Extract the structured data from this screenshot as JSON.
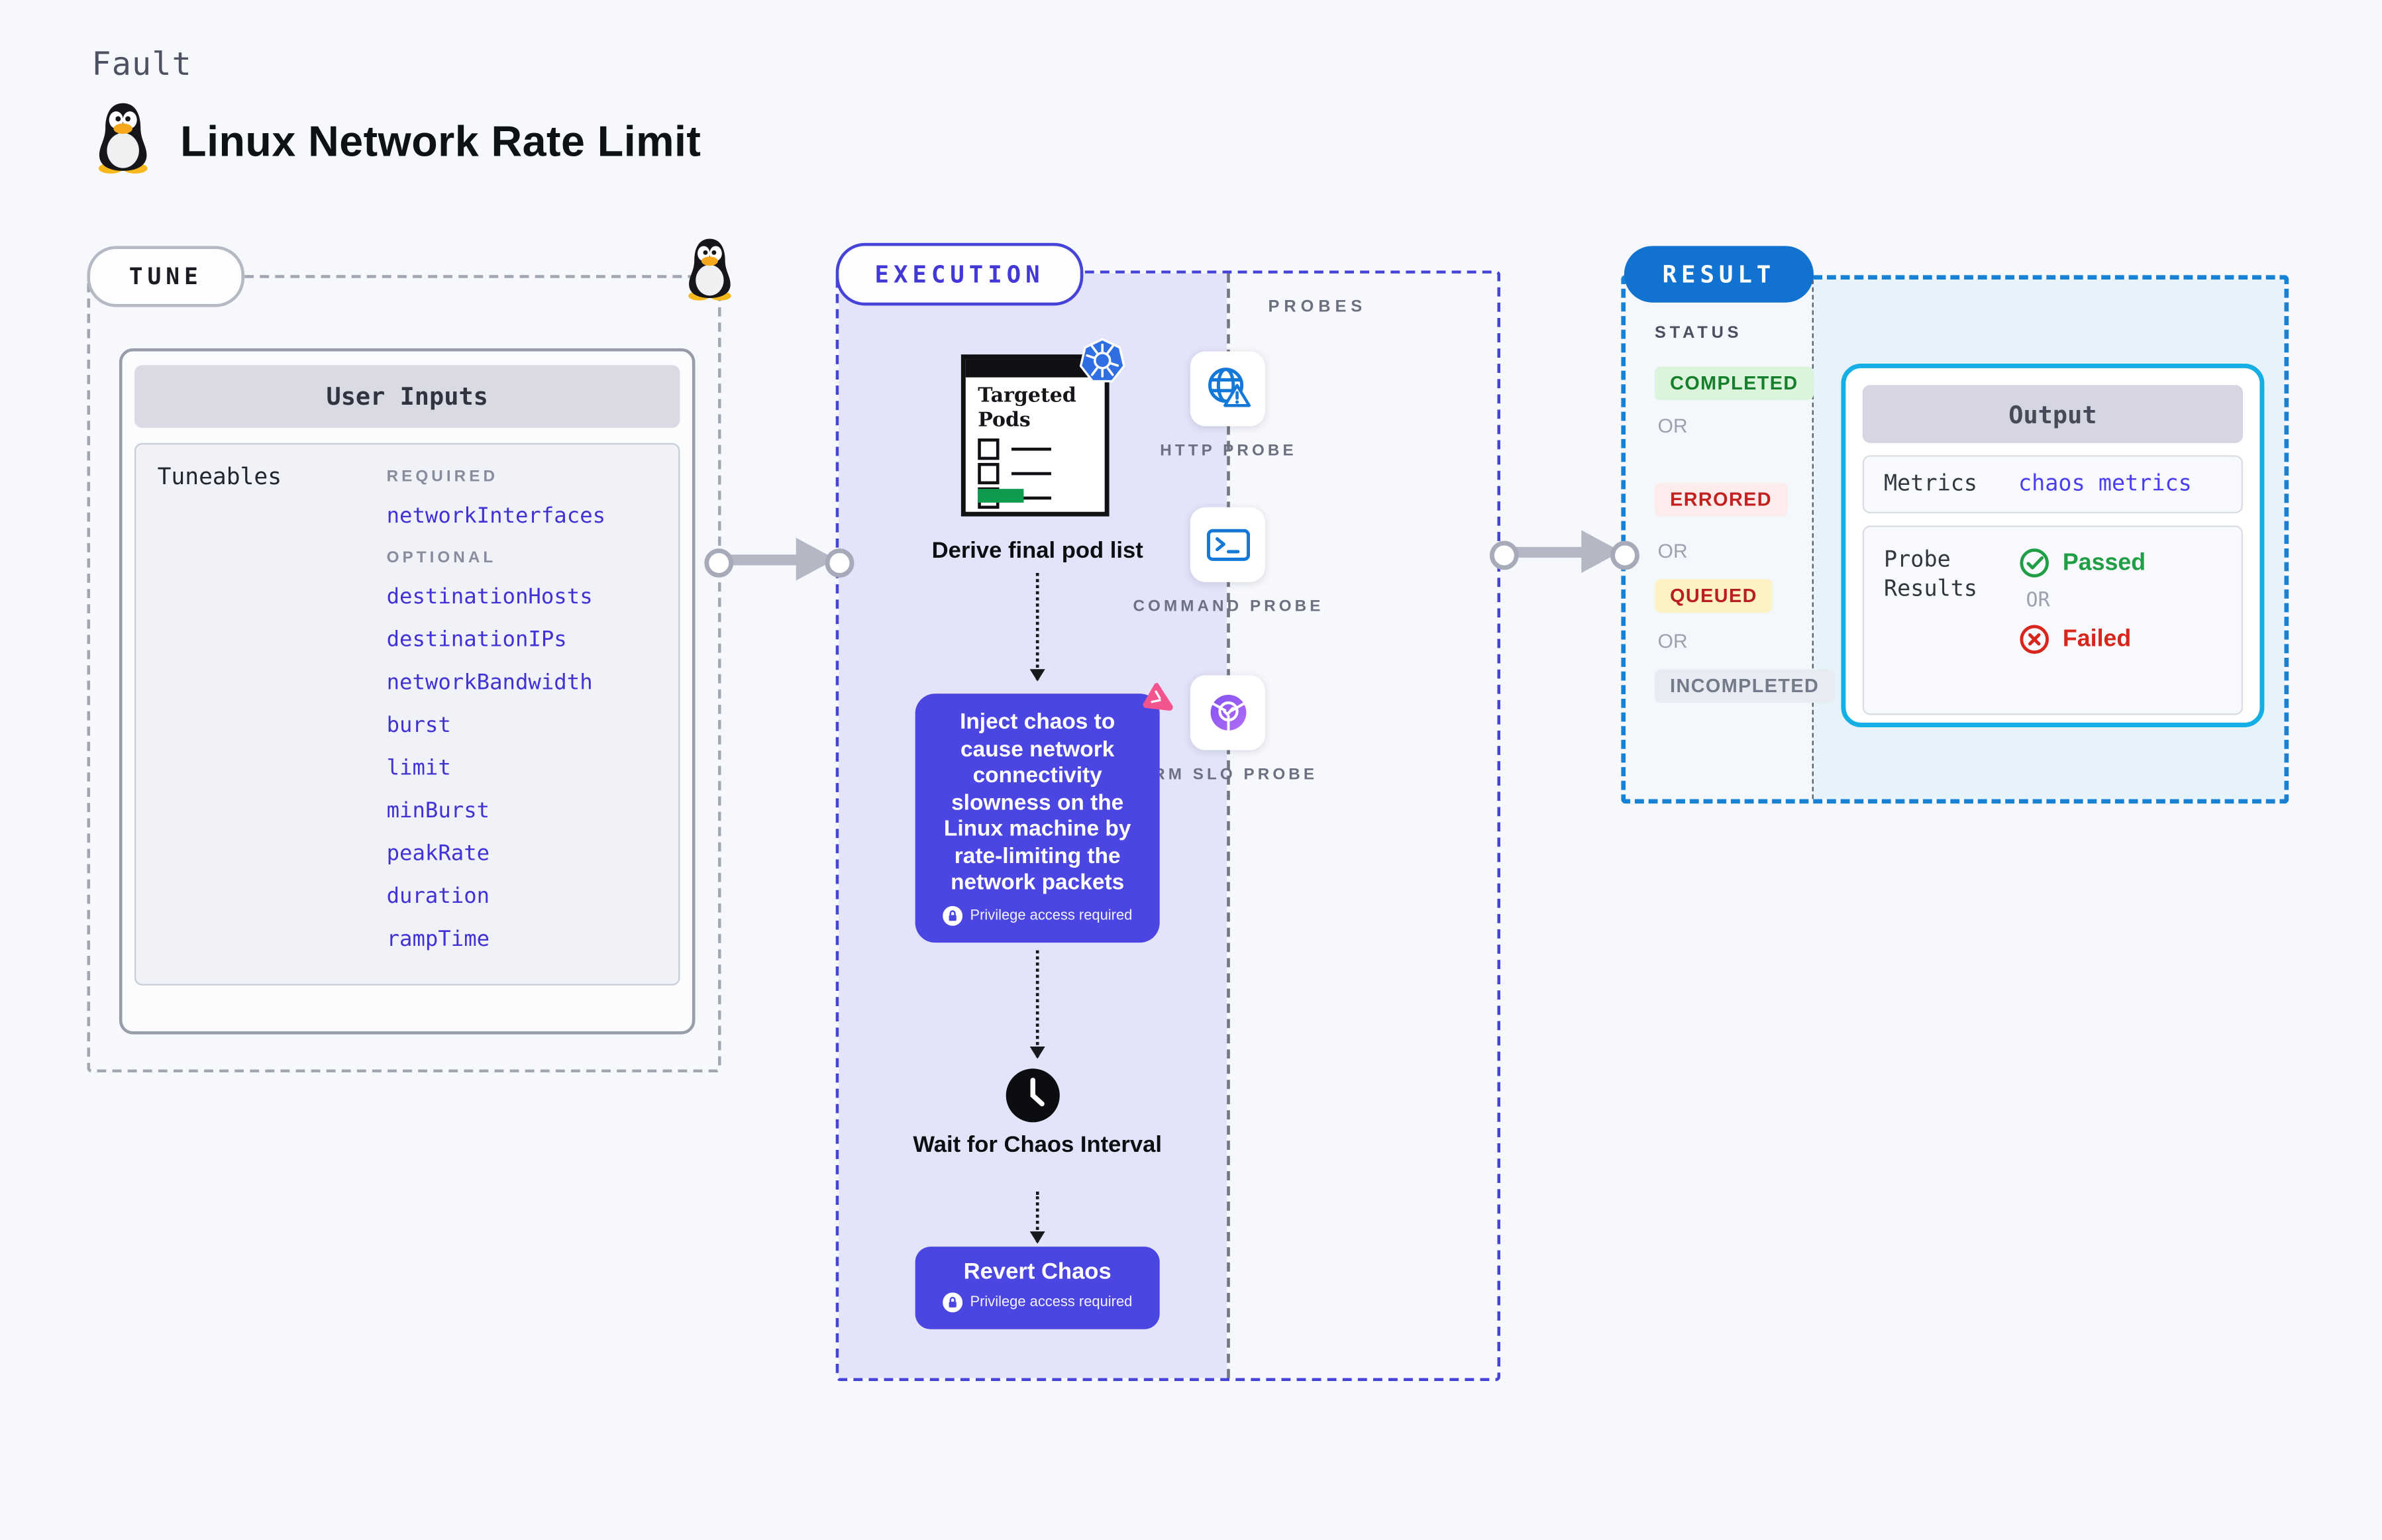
{
  "page": {
    "kicker": "Fault",
    "title": "Linux Network Rate Limit"
  },
  "tune": {
    "label": "TUNE",
    "card_title": "User Inputs",
    "tuneables_label": "Tuneables",
    "required_label": "REQUIRED",
    "optional_label": "OPTIONAL",
    "required_params": [
      "networkInterfaces"
    ],
    "optional_params": [
      "destinationHosts",
      "destinationIPs",
      "networkBandwidth",
      "burst",
      "limit",
      "minBurst",
      "peakRate",
      "duration",
      "rampTime"
    ]
  },
  "execution": {
    "label": "EXECUTION",
    "pods_doc_title": "Targeted Pods",
    "derive_step": "Derive final pod list",
    "inject_text": "Inject chaos to cause network connectivity slowness on the Linux machine by rate-limiting the network packets",
    "privilege_note": "Privilege access required",
    "wait_step": "Wait for Chaos Interval",
    "revert_step": "Revert Chaos"
  },
  "probes": {
    "label": "PROBES",
    "items": [
      {
        "name": "HTTP PROBE",
        "icon": "globe-alert-icon"
      },
      {
        "name": "COMMAND PROBE",
        "icon": "terminal-icon"
      },
      {
        "name": "SRM SLO PROBE",
        "icon": "slo-gauge-icon"
      }
    ]
  },
  "result": {
    "label": "RESULT",
    "status_label": "STATUS",
    "or_label": "OR",
    "statuses": [
      {
        "label": "COMPLETED",
        "bg": "#dcf3dc",
        "fg": "#157f2b"
      },
      {
        "label": "ERRORED",
        "bg": "#fcecec",
        "fg": "#c32020"
      },
      {
        "label": "QUEUED",
        "bg": "#fdf2c3",
        "fg": "#b91f1f"
      },
      {
        "label": "INCOMPLETED",
        "bg": "#e9ebf2",
        "fg": "#737a89"
      }
    ],
    "output": {
      "title": "Output",
      "metrics_label": "Metrics",
      "metrics_value": "chaos metrics",
      "probe_results_label": "Probe Results",
      "or_label": "OR",
      "passed_label": "Passed",
      "failed_label": "Failed"
    }
  },
  "colors": {
    "page_bg": "#f7f8fc",
    "tune_border": "#a2a6b0",
    "execution_accent": "#4643d9",
    "execution_fill": "#e3e3f9",
    "inject_purple": "#4b45e1",
    "result_accent": "#1781d5",
    "result_fill": "#e7f3fb",
    "output_border": "#15aee5",
    "probe_icon_blue": "#1478d8",
    "slo_purple": "#8150f0",
    "link_indigo": "#4032d4",
    "passed_green": "#1f9e45",
    "failed_red": "#d8261c",
    "kubernetes_blue": "#2f6ee3",
    "chaos_pink": "#f2548e",
    "pods_green": "#0f9b4d"
  }
}
